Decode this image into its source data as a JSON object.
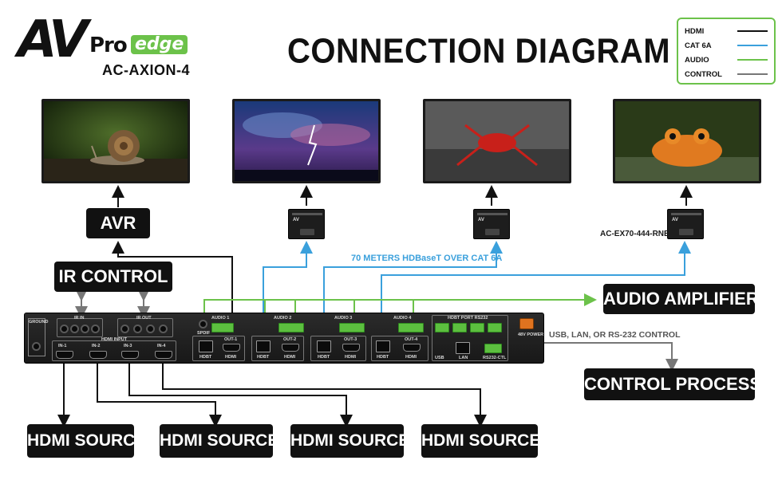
{
  "brand": {
    "av": "AV",
    "pro": "Pro",
    "edge": "edge",
    "model": "AC-AXION-4"
  },
  "title": "CONNECTION DIAGRAM",
  "legend": [
    {
      "label": "HDMI",
      "color": "#111111"
    },
    {
      "label": "CAT 6A",
      "color": "#3aa0dc"
    },
    {
      "label": "AUDIO",
      "color": "#6cc24a"
    },
    {
      "label": "CONTROL",
      "color": "#777777"
    }
  ],
  "displays": [
    {
      "name": "snail-display",
      "icon": "snail-image"
    },
    {
      "name": "lightning-display",
      "icon": "storm-image"
    },
    {
      "name": "crab-display",
      "icon": "crab-image"
    },
    {
      "name": "frog-display",
      "icon": "frog-image"
    }
  ],
  "avr_label": "AVR",
  "ir_control_label": "IR CONTROL",
  "receiver_model": "AC-EX70-444-RNE",
  "hdbaset_caption": "70 METERS HDBaseT OVER CAT 6A",
  "audio_amp_label": "AUDIO AMPLIFIER",
  "control_caption": "USB, LAN, OR RS-232 CONTROL",
  "control_processor_label": "CONTROL PROCESSOR",
  "sources": [
    "HDMI SOURCE",
    "HDMI SOURCE",
    "HDMI SOURCE",
    "HDMI SOURCE"
  ],
  "device": {
    "ground": "GROUND",
    "ir_in": "IR IN",
    "ir_out": "IR OUT",
    "hdmi_input": "HDMI INPUT",
    "inputs": [
      "IN-1",
      "IN-2",
      "IN-3",
      "IN-4"
    ],
    "spdif": "SPDIF",
    "audio": [
      "AUDIO 1",
      "AUDIO 2",
      "AUDIO 3",
      "AUDIO 4"
    ],
    "outputs": [
      "OUT-1",
      "OUT-2",
      "OUT-3",
      "OUT-4"
    ],
    "hdbt": "HDBT",
    "hdmi": "HDMI",
    "hdbt_port_rs232": "HDBT PORT RS232",
    "lan": "LAN",
    "usb": "USB",
    "rs232_ctl": "RS232-CTL",
    "power": "48V POWER"
  }
}
